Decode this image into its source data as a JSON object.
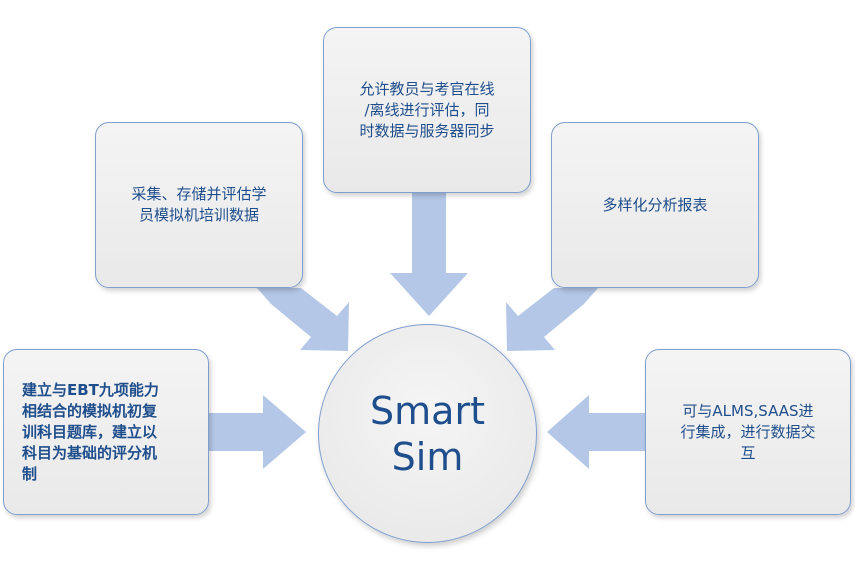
{
  "center": {
    "label": "Smart\nSim"
  },
  "boxes": {
    "left": "建立与EBT九项能力\n相结合的模拟机初复\n训科目题库，建立以\n科目为基础的评分机\n制",
    "mid_left": "采集、存储并评估学\n员模拟机培训数据",
    "top": "允许教员与考官在线\n/离线进行评估，同\n时数据与服务器同步",
    "mid_right": "多样化分析报表",
    "right": "可与ALMS,SAAS进\n行集成，进行数据交\n互"
  },
  "colors": {
    "arrow": "#b4c7e7",
    "border": "#7f9fd0",
    "text": "#1f4e8c",
    "fill": "#eeeeee"
  }
}
